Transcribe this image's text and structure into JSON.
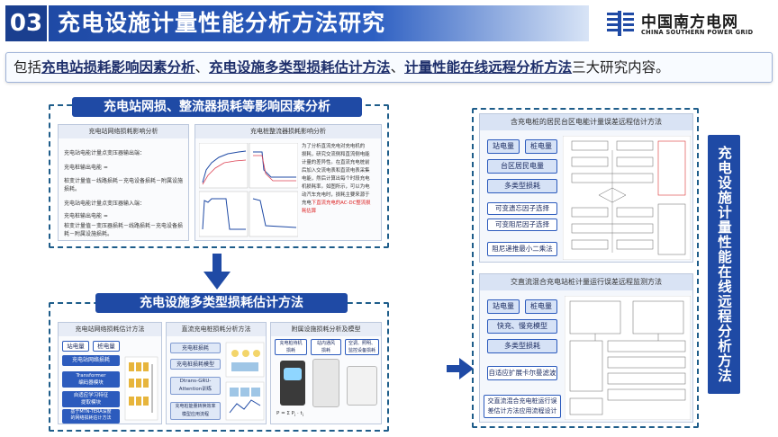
{
  "header": {
    "number": "03",
    "title": "充电设施计量性能分析方法研究",
    "logo_cn": "中国南方电网",
    "logo_en": "CHINA SOUTHERN POWER GRID"
  },
  "intro": {
    "prefix": "包括",
    "item1": "充电站损耗影响因素分析",
    "sep1": "、",
    "item2": "充电设施多类型损耗估计方法",
    "sep2": "、",
    "item3": "计量性能在线远程分析方法",
    "suffix": "三大研究内容。"
  },
  "section1": {
    "title": "充电站网损、整流器损耗等影响因素分析",
    "left_panel_title": "充电站网络损耗影响分析",
    "left_panel_lines": [
      "充电站电能计量点变压器输出端：",
      "充电桩输出电能 =",
      "桩变计量值－线路损耗－充电设备损耗－附属设施损耗。",
      "充电站电能计量点变压器输入端：",
      "充电桩输出电能 =",
      "桩变计量值－变压器损耗－线路损耗－充电设备损耗－附属设施损耗。"
    ],
    "right_panel_title": "充电桩整流器损耗影响分析",
    "right_panel_text": [
      "为了分析直流充电对充电机的",
      "损耗，研究交流侧和直流侧电能",
      "计量的差异性。在直流充电桩前",
      "后加入交流电表和直流电表采集",
      "电能，然后计算出每个时段充电",
      "机损耗率。如图所示，可以为电",
      "动汽车充电时，损耗主要来源于",
      "充电",
      "下直流充电的AC-DC整流损",
      "耗估算"
    ]
  },
  "section2": {
    "title": "充电设施多类型损耗估计方法",
    "panels": [
      {
        "title": "充电站网络损耗估计方法",
        "tags": [
          "站电量",
          "桩电量"
        ],
        "steps": [
          "充电站网络损耗",
          "Transformer\n编码器模块",
          "自适应学习特征\n提取模块",
          "基于MTN-TERA深度\n的网络损耗估计方法"
        ]
      },
      {
        "title": "直流充电桩损耗分析方法",
        "steps": [
          "充电桩损耗",
          "充电桩损耗模型",
          "Dtrans-GRU-\nAttention训练",
          "充电桩能量转换效率\n模型应用流程"
        ]
      },
      {
        "title": "附属设施损耗分析及模型",
        "tags": [
          "充电桩待机\n损耗",
          "站内通风\n损耗",
          "空调、照明、\n监控设备损耗"
        ]
      }
    ]
  },
  "section3": {
    "top": {
      "title": "含充电桩的居民台区电能计量误差远程估计方法",
      "tags": [
        "站电量",
        "桩电量",
        "台区居民电量",
        "多类型损耗"
      ],
      "steps": [
        "可变遗忘因子选择",
        "可变阻尼因子选择",
        "阻尼递推最小二乘法"
      ]
    },
    "bottom": {
      "title": "交直流混合充电站桩计量运行误差远程监测方法",
      "tags": [
        "站电量",
        "桩电量",
        "快充、慢充模型",
        "多类型损耗"
      ],
      "steps": [
        "自适应扩展卡尔曼滤波",
        "交直流混合充电桩运行误差估计方法应用流程设计"
      ]
    },
    "vertical_title": "充电设施计量性能在线远程分析方法"
  },
  "colors": {
    "primary": "#1f4aa5",
    "dashed_border": "#1e5d8a",
    "accent_text": "#1e2f6b"
  }
}
